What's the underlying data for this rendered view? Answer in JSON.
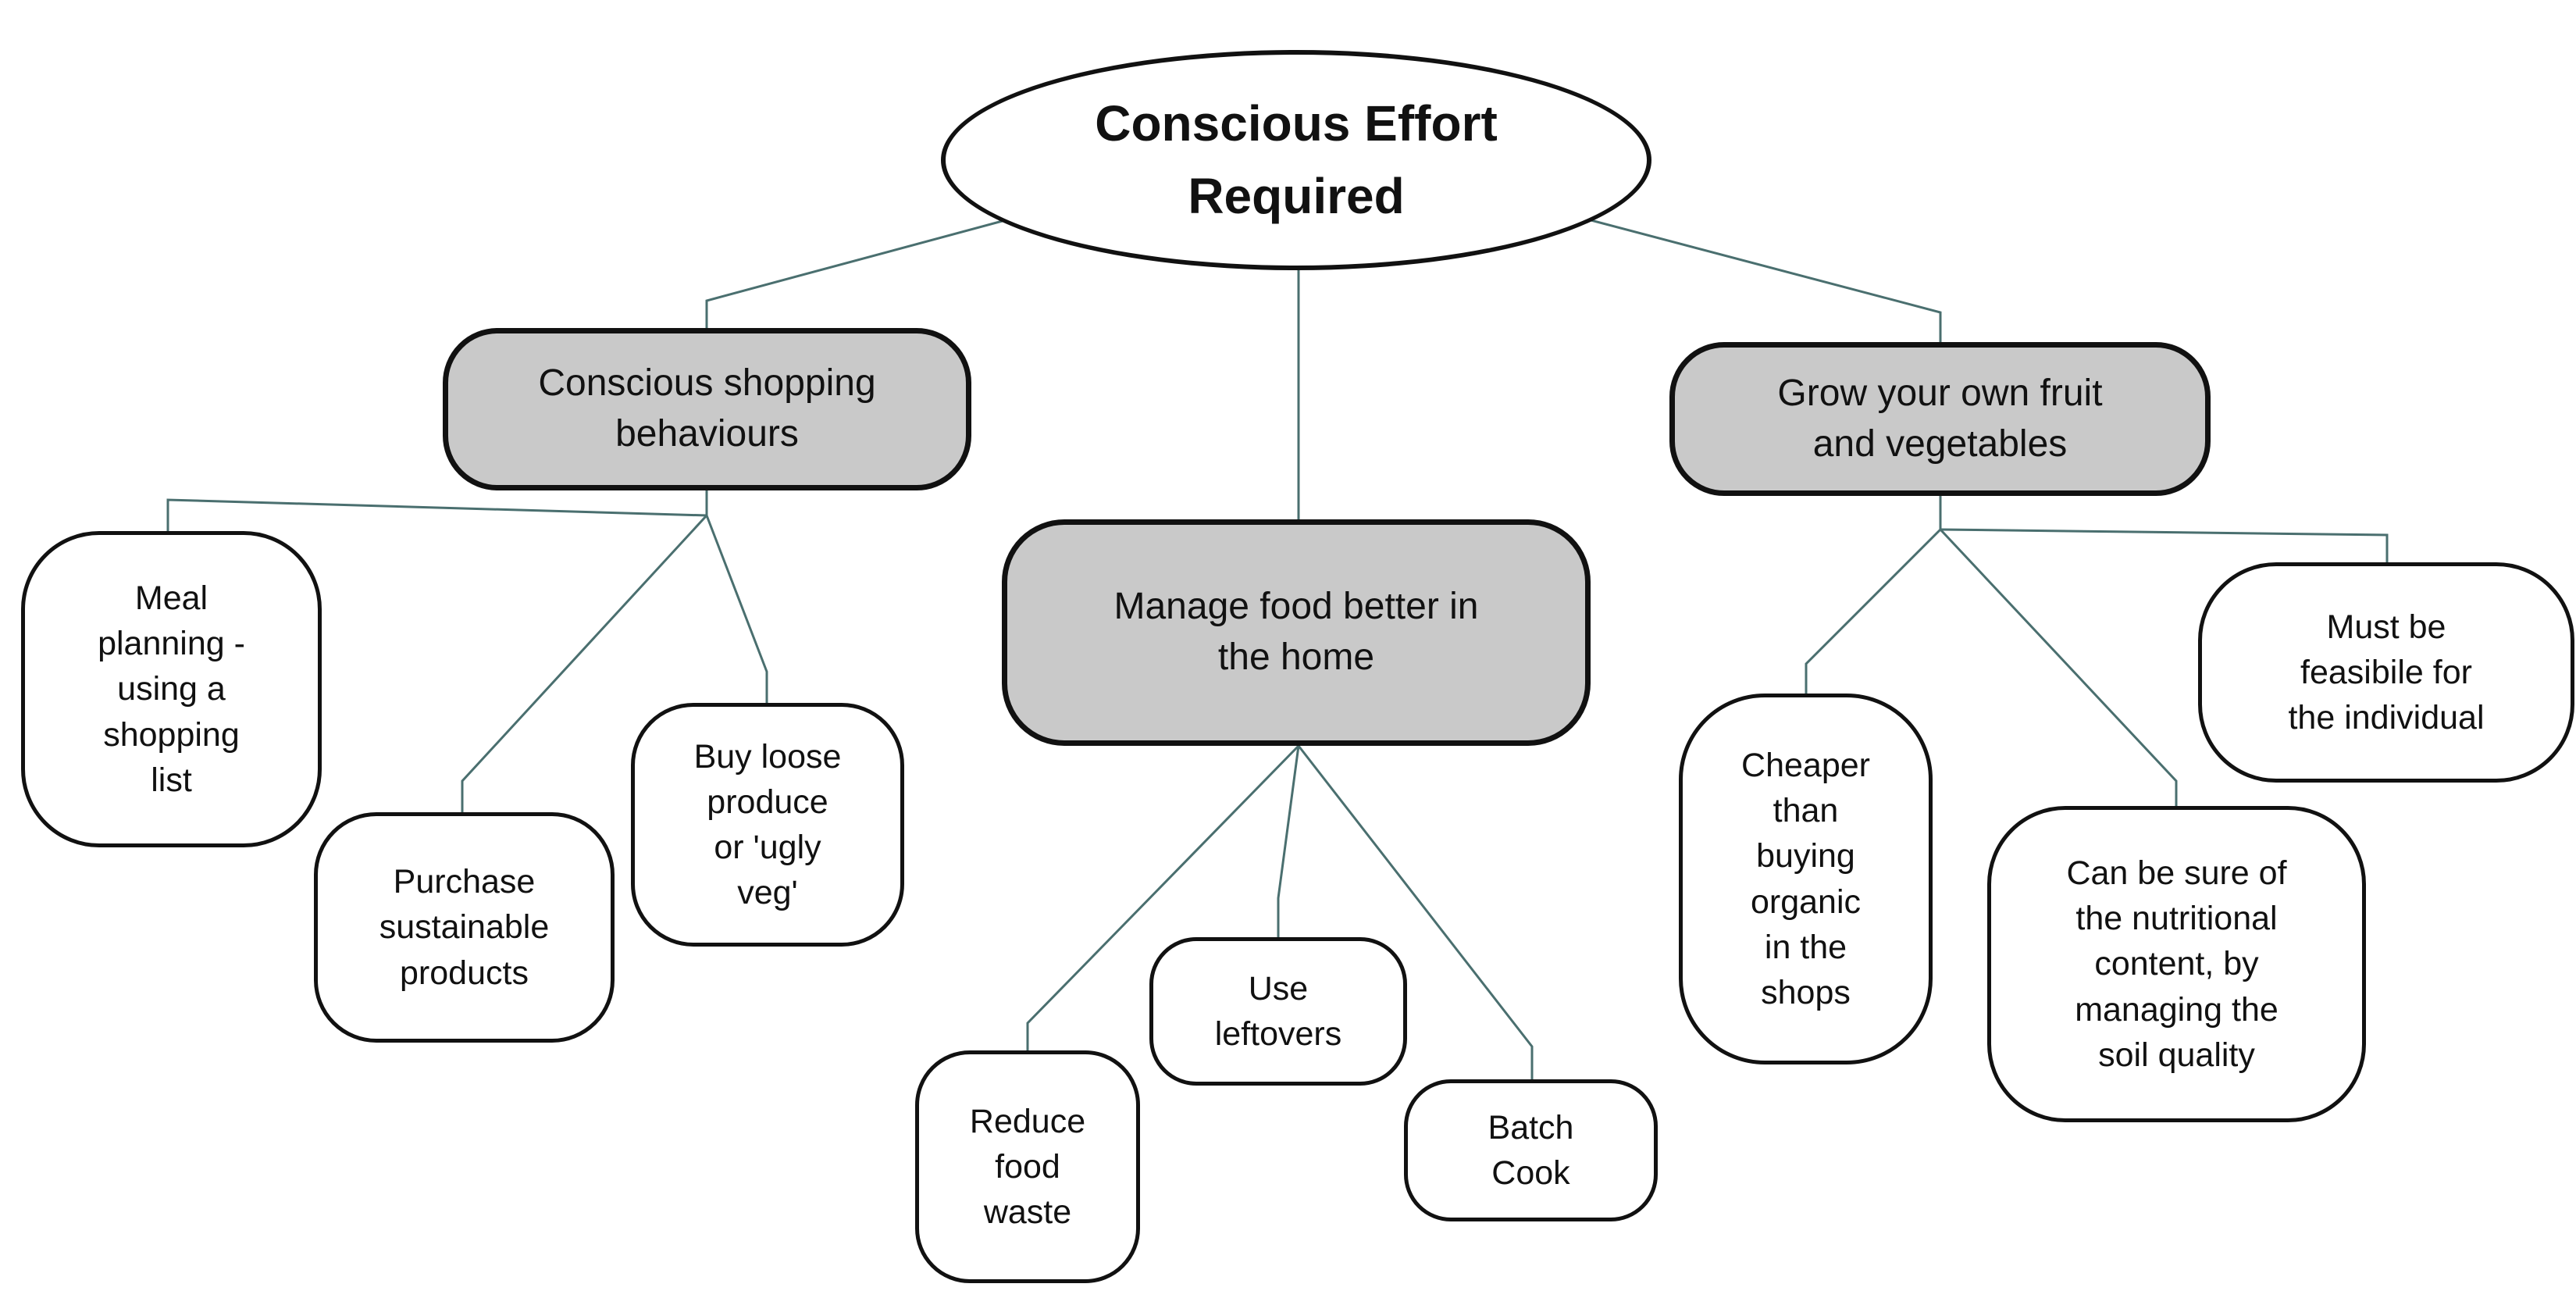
{
  "root": {
    "label": "Conscious Effort\nRequired"
  },
  "categories": [
    {
      "label": "Conscious shopping\nbehaviours"
    },
    {
      "label": "Manage food better in\nthe home"
    },
    {
      "label": "Grow your own fruit\nand vegetables"
    }
  ],
  "leaves": {
    "shopping": [
      {
        "label": "Meal\nplanning -\nusing a\nshopping\nlist"
      },
      {
        "label": "Purchase\nsustainable\nproducts"
      },
      {
        "label": "Buy loose\nproduce\nor 'ugly\nveg'"
      }
    ],
    "home": [
      {
        "label": "Reduce\nfood\nwaste"
      },
      {
        "label": "Use\nleftovers"
      },
      {
        "label": "Batch\nCook"
      }
    ],
    "grow": [
      {
        "label": "Cheaper\nthan\nbuying\norganic\nin the\nshops"
      },
      {
        "label": "Can be sure of\nthe nutritional\ncontent, by\nmanaging the\nsoil quality"
      },
      {
        "label": "Must be\nfeasibile for\nthe individual"
      }
    ]
  },
  "colors": {
    "connector": "#4a6f6f",
    "category_fill": "#c9c9c9",
    "border": "#111111"
  }
}
